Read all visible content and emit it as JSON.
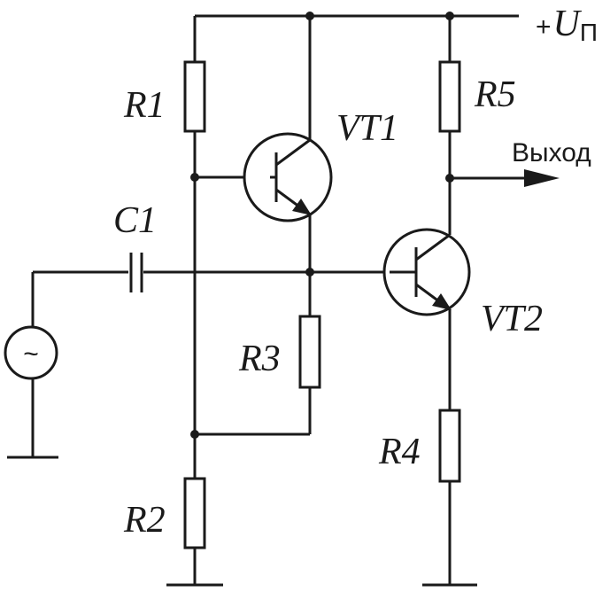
{
  "labels": {
    "r1": "R1",
    "r2": "R2",
    "r3": "R3",
    "r4": "R4",
    "r5": "R5",
    "c1": "C1",
    "vt1": "VT1",
    "vt2": "VT2",
    "supply_prefix": "+",
    "supply_symbol": "U",
    "supply_subscript": "П",
    "output": "Выход",
    "source_symbol": "~"
  }
}
